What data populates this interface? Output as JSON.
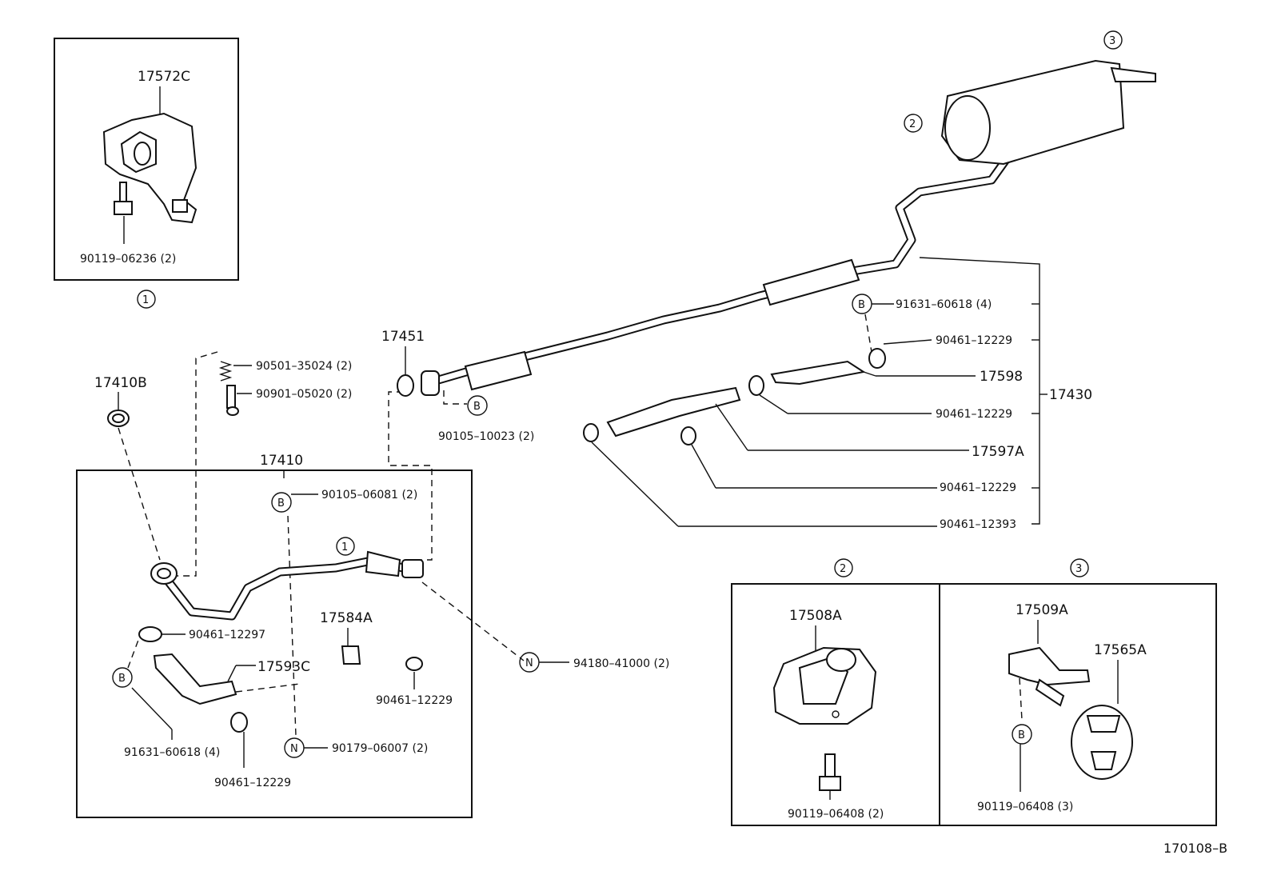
{
  "diagram": {
    "figure_code": "170108–B",
    "callouts": {
      "one": "1",
      "two": "2",
      "three": "3"
    },
    "circled_letters": {
      "b": "B",
      "n": "N"
    },
    "inset1": {
      "part_main": "17572C",
      "bolt": "90119–06236 (2)"
    },
    "inset2": {
      "part_main": "17508A",
      "bolt": "90119–06408 (2)"
    },
    "inset3": {
      "part_bracket": "17509A",
      "part_hanger": "17565A",
      "bolt": "90119–06408 (3)"
    },
    "front": {
      "gasket_top": "17410B",
      "spring": "90501–35024 (2)",
      "bolt_top": "90901–05020 (2)",
      "pipe": "17410",
      "bolt_b": "90105–06081 (2)",
      "clamp_left": "90461–12297",
      "clamp_right": "17584A",
      "clamp_right_code": "90461–12229",
      "insulator": "17593C",
      "retainer": "91631–60618 (4)",
      "clamp_bottom": "90461–12229",
      "nut_n": "90179–06007 (2)",
      "nut_n_right": "94180–41000 (2)"
    },
    "center": {
      "gasket": "17451",
      "bolt_b": "90105–10023 (2)",
      "assembly": "17430",
      "list": [
        "91631–60618 (4)",
        "90461–12229",
        "17598",
        "90461–12229",
        "17597A",
        "90461–12229",
        "90461–12393"
      ]
    }
  }
}
